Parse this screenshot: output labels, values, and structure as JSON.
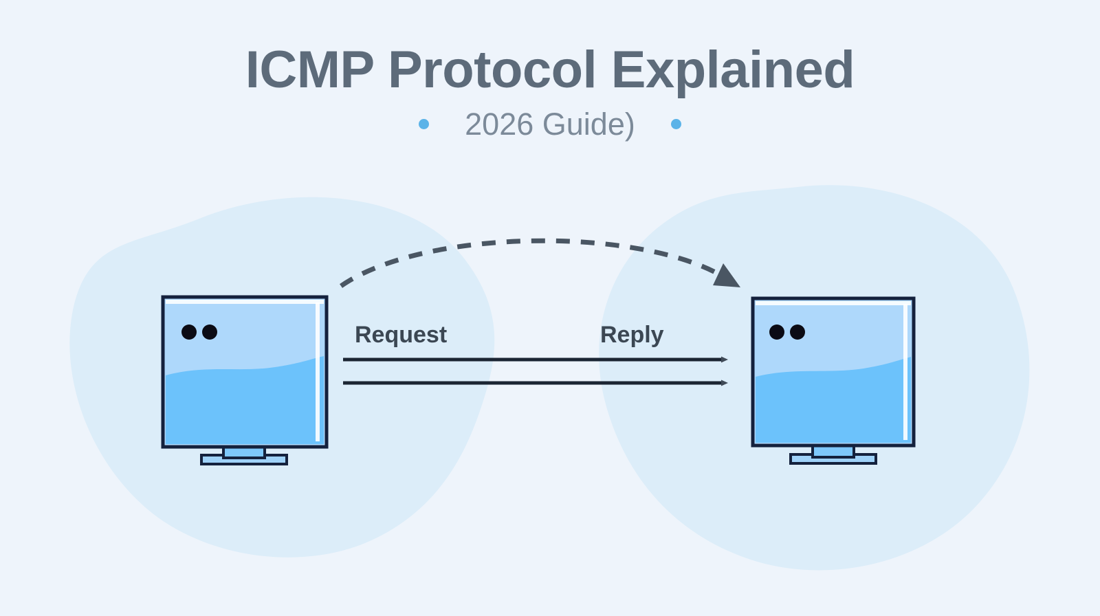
{
  "header": {
    "title": "ICMP Protocol Explained",
    "subtitle": "2026 Guide)",
    "dot_left": "bullet-dot",
    "dot_right": "bullet-dot"
  },
  "diagram": {
    "type": "network-flow",
    "labels": {
      "request": "Request",
      "reply": "Reply"
    },
    "nodes": [
      {
        "id": "source-host",
        "role": "sender",
        "shape": "monitor",
        "eyes": 2
      },
      {
        "id": "destination-host",
        "role": "receiver",
        "shape": "monitor",
        "eyes": 2
      }
    ],
    "connectors": [
      {
        "id": "echo-request-arrow",
        "style": "solid",
        "direction": "right",
        "label": "Request"
      },
      {
        "id": "echo-reply-arrow",
        "style": "solid",
        "direction": "right",
        "label": "Reply"
      },
      {
        "id": "ping-path-arc",
        "style": "dashed",
        "direction": "right",
        "label": ""
      }
    ]
  },
  "colors": {
    "background": "#eef4fb",
    "blob": "#dcedf9",
    "title": "#5d6b7a",
    "subtitle": "#7c8a99",
    "accent_dot": "#5bb3e8",
    "screen_top": "#aed8fb",
    "screen_bottom": "#6cc2fb",
    "bezel": "#14213d",
    "arrow": "#3f4a57",
    "label": "#3b4753",
    "eye": "#0b0b14"
  }
}
